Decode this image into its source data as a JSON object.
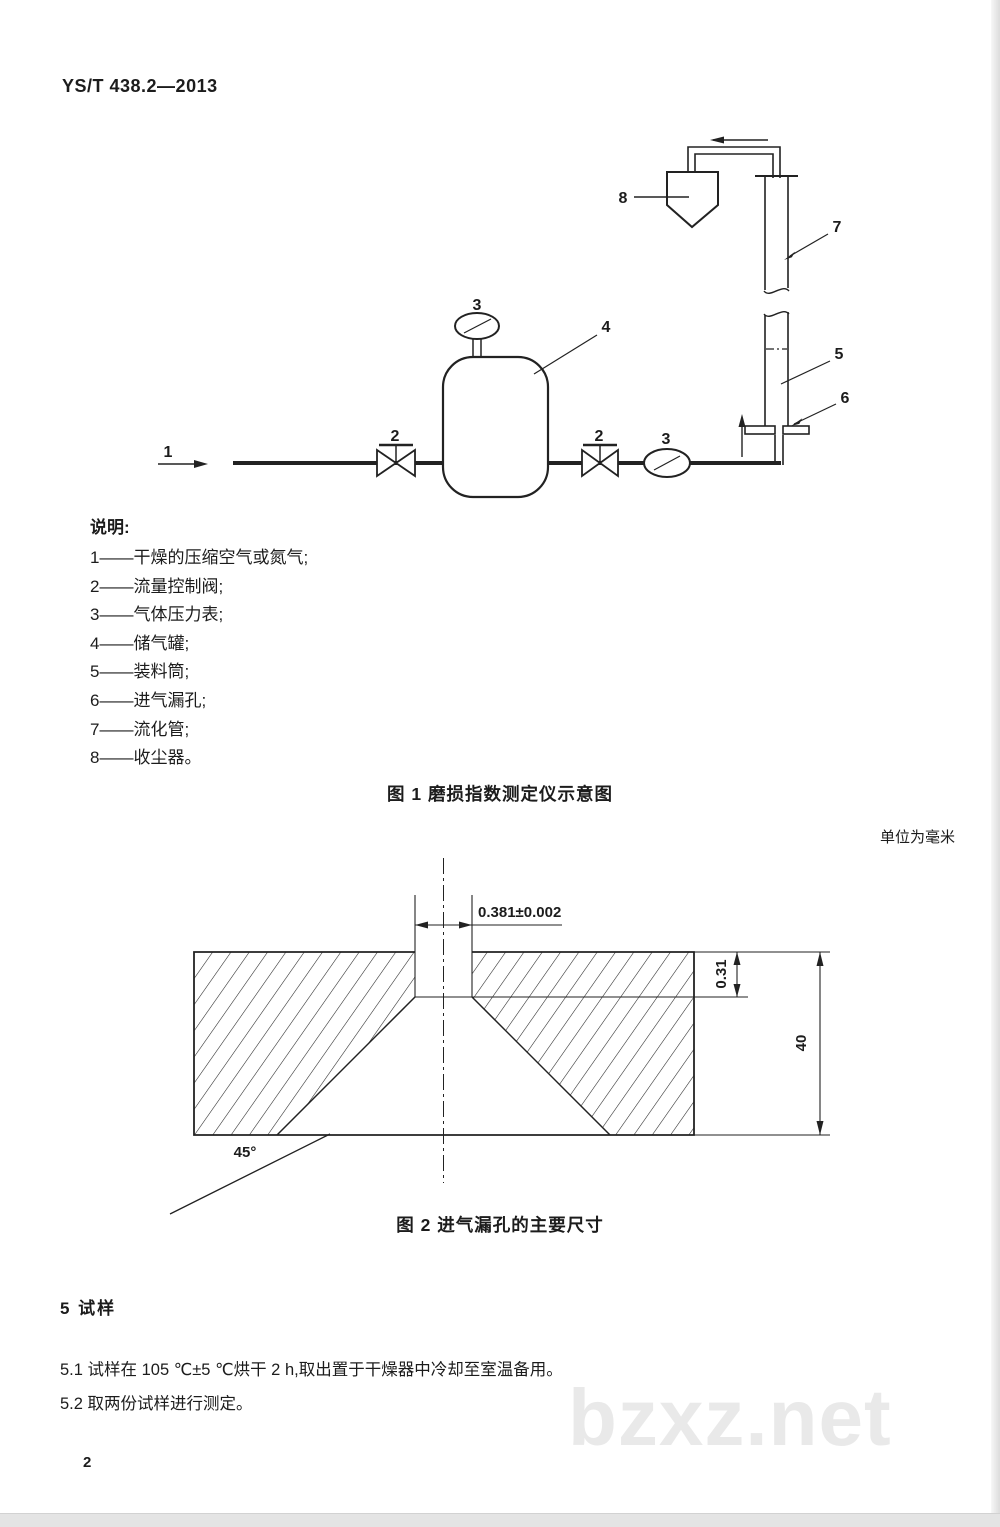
{
  "page": {
    "header": "YS/T 438.2—2013",
    "page_number": "2",
    "watermark": "bzxz.net"
  },
  "figure1": {
    "caption": "图 1  磨损指数测定仪示意图",
    "labels": {
      "inlet": "1",
      "valve_left": "2",
      "tank_gauge": "3",
      "tank": "4",
      "valve_right": "2",
      "line_gauge": "3",
      "cylinder": "5",
      "orifice": "6",
      "tube": "7",
      "collector": "8"
    }
  },
  "legend": {
    "title": "说明:",
    "items": [
      "1——干燥的压缩空气或氮气;",
      "2——流量控制阀;",
      "3——气体压力表;",
      "4——储气罐;",
      "5——装料筒;",
      "6——进气漏孔;",
      "7——流化管;",
      "8——收尘器。"
    ]
  },
  "figure2": {
    "unit_note": "单位为毫米",
    "caption": "图 2  进气漏孔的主要尺寸",
    "dim_width": "0.381±0.002",
    "dim_depth": "0.31",
    "dim_height": "40",
    "dim_angle": "45°"
  },
  "section5": {
    "heading": "5  试样",
    "clause1": "5.1  试样在 105 ℃±5 ℃烘干 2 h,取出置于干燥器中冷却至室温备用。",
    "clause2": "5.2  取两份试样进行测定。"
  }
}
